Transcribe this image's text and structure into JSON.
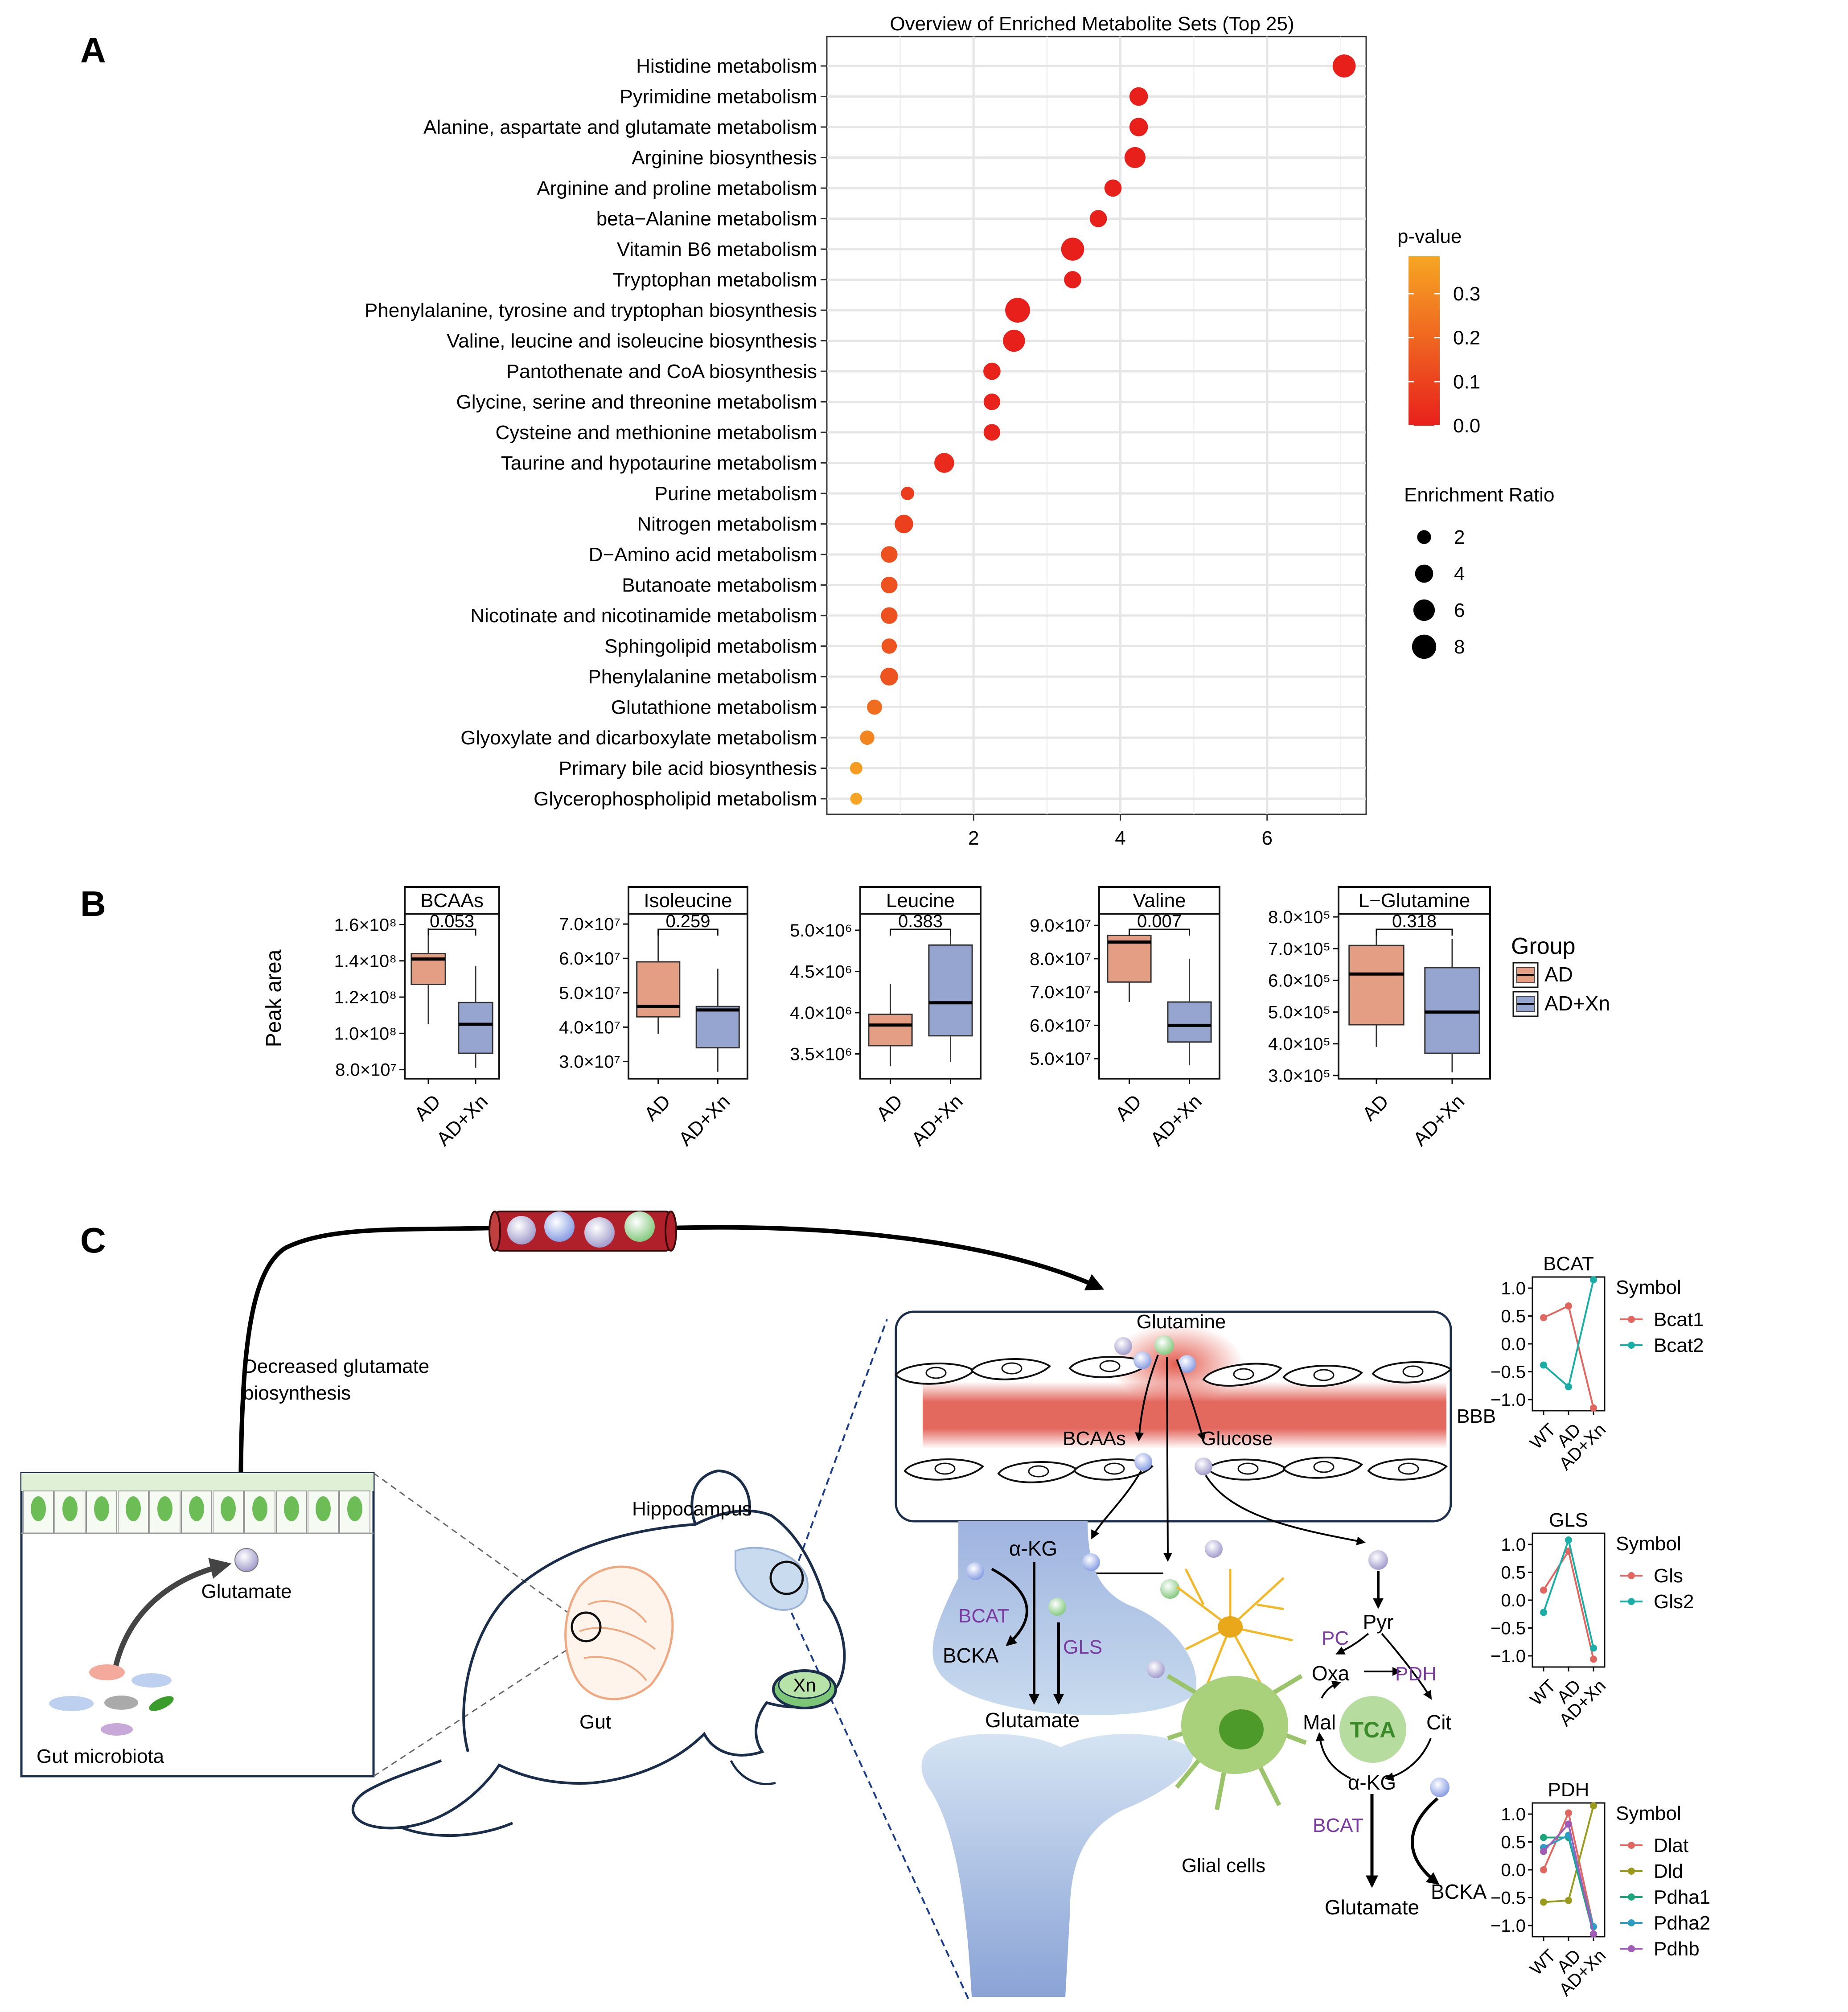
{
  "panel_labels": {
    "a": "A",
    "b": "B",
    "c": "C"
  },
  "colors": {
    "ad_box": "#e39e83",
    "xn_box": "#95a5cf",
    "p_low": "#e8201c",
    "p_high": "#f6a623",
    "bcat1": "#e0665f",
    "bcat2": "#1aaea6",
    "dlat": "#e0665f",
    "dld": "#9a9a1c",
    "pdha1": "#1aa67a",
    "pdha2": "#2b9cc4",
    "pdhb": "#a05bb6"
  },
  "chart_data": [
    {
      "type": "scatter",
      "title": "Overview of Enriched Metabolite Sets (Top 25)",
      "x_ticks": [
        "2",
        "4",
        "6"
      ],
      "xlim": [
        0,
        7.35
      ],
      "categories": [
        "Histidine metabolism",
        "Pyrimidine metabolism",
        "Alanine, aspartate and glutamate metabolism",
        "Arginine biosynthesis",
        "Arginine and proline metabolism",
        "beta−Alanine metabolism",
        "Vitamin B6 metabolism",
        "Tryptophan metabolism",
        "Phenylalanine, tyrosine and tryptophan biosynthesis",
        "Valine, leucine and isoleucine biosynthesis",
        "Pantothenate and CoA biosynthesis",
        "Glycine, serine and threonine metabolism",
        "Cysteine and methionine metabolism",
        "Taurine and hypotaurine metabolism",
        "Purine metabolism",
        "Nitrogen metabolism",
        "D−Amino acid metabolism",
        "Butanoate metabolism",
        "Nicotinate and nicotinamide metabolism",
        "Sphingolipid metabolism",
        "Phenylalanine metabolism",
        "Glutathione metabolism",
        "Glyoxylate and dicarboxylate metabolism",
        "Primary bile acid biosynthesis",
        "Glycerophospholipid metabolism"
      ],
      "values": [
        7.05,
        4.25,
        4.25,
        4.2,
        3.9,
        3.7,
        3.35,
        3.35,
        2.6,
        2.55,
        2.25,
        2.25,
        2.25,
        1.6,
        1.1,
        1.05,
        0.85,
        0.85,
        0.85,
        0.85,
        0.85,
        0.65,
        0.55,
        0.4,
        0.4
      ],
      "enrichment_ratio": [
        7.1,
        4.2,
        4.2,
        5.7,
        3.5,
        3.5,
        7.1,
        3.5,
        8.5,
        6.4,
        3.5,
        3.2,
        3.2,
        5.0,
        1.8,
        4.2,
        3.2,
        3.2,
        3.2,
        2.6,
        3.8,
        2.5,
        2.2,
        1.5,
        1.3
      ],
      "p_value": [
        0.0,
        0.0,
        0.0,
        0.0,
        0.0,
        0.0,
        0.0,
        0.0,
        0.0,
        0.0,
        0.01,
        0.01,
        0.01,
        0.03,
        0.08,
        0.09,
        0.14,
        0.14,
        0.14,
        0.15,
        0.15,
        0.22,
        0.29,
        0.36,
        0.38
      ],
      "legend_p": {
        "title": "p-value",
        "ticks": [
          "0.3",
          "0.2",
          "0.1",
          "0.0"
        ],
        "tick_values": [
          0.3,
          0.2,
          0.1,
          0.0
        ],
        "max": 0.385
      },
      "legend_size": {
        "title": "Enrichment Ratio",
        "labels": [
          "2",
          "4",
          "6",
          "8"
        ],
        "values": [
          2,
          4,
          6,
          8
        ]
      },
      "legend_position": "right"
    },
    {
      "type": "box",
      "ylabel": "Peak area",
      "groups_title": "Group",
      "groups": [
        "AD",
        "AD+Xn"
      ],
      "panels": [
        {
          "title": "BCAAs",
          "p": "0.053",
          "ylim": [
            75000000.0,
            166000000.0
          ],
          "ticks": [
            "1.6×10⁸",
            "1.4×10⁸",
            "1.2×10⁸",
            "1.0×10⁸",
            "8.0×10⁷"
          ],
          "tick_values": [
            160000000.0,
            140000000.0,
            120000000.0,
            100000000.0,
            80000000.0
          ],
          "boxes": [
            {
              "min": 105000000.0,
              "q1": 127000000.0,
              "median": 141000000.0,
              "q3": 144000000.0,
              "max": 158000000.0
            },
            {
              "min": 81000000.0,
              "q1": 89000000.0,
              "median": 105000000.0,
              "q3": 117000000.0,
              "max": 137000000.0
            }
          ]
        },
        {
          "title": "Isoleucine",
          "p": "0.259",
          "ylim": [
            25000000.0,
            73000000.0
          ],
          "ticks": [
            "7.0×10⁷",
            "6.0×10⁷",
            "5.0×10⁷",
            "4.0×10⁷",
            "3.0×10⁷"
          ],
          "tick_values": [
            70000000.0,
            60000000.0,
            50000000.0,
            40000000.0,
            30000000.0
          ],
          "boxes": [
            {
              "min": 38000000.0,
              "q1": 43000000.0,
              "median": 46000000.0,
              "q3": 59000000.0,
              "max": 68000000.0
            },
            {
              "min": 27000000.0,
              "q1": 34000000.0,
              "median": 45000000.0,
              "q3": 46000000.0,
              "max": 57000000.0
            }
          ]
        },
        {
          "title": "Leucine",
          "p": "0.383",
          "ylim": [
            3200000.0,
            5200000.0
          ],
          "ticks": [
            "5.0×10⁶",
            "4.5×10⁶",
            "4.0×10⁶",
            "3.5×10⁶"
          ],
          "tick_values": [
            5000000.0,
            4500000.0,
            4000000.0,
            3500000.0
          ],
          "boxes": [
            {
              "min": 3350000.0,
              "q1": 3600000.0,
              "median": 3850000.0,
              "q3": 3980000.0,
              "max": 4350000.0
            },
            {
              "min": 3400000.0,
              "q1": 3720000.0,
              "median": 4120000.0,
              "q3": 4820000.0,
              "max": 5000000.0
            }
          ]
        },
        {
          "title": "Valine",
          "p": "0.007",
          "ylim": [
            44000000.0,
            93500000.0
          ],
          "ticks": [
            "9.0×10⁷",
            "8.0×10⁷",
            "7.0×10⁷",
            "6.0×10⁷",
            "5.0×10⁷"
          ],
          "tick_values": [
            90000000.0,
            80000000.0,
            70000000.0,
            60000000.0,
            50000000.0
          ],
          "boxes": [
            {
              "min": 67000000.0,
              "q1": 73000000.0,
              "median": 85000000.0,
              "q3": 87000000.0,
              "max": 89000000.0
            },
            {
              "min": 48000000.0,
              "q1": 55000000.0,
              "median": 60000000.0,
              "q3": 67000000.0,
              "max": 80000000.0
            }
          ]
        },
        {
          "title": "L−Glutamine",
          "p": "0.318",
          "ylim": [
            290000.0,
            810000.0
          ],
          "ticks": [
            "8.0×10⁵",
            "7.0×10⁵",
            "6.0×10⁵",
            "5.0×10⁵",
            "4.0×10⁵",
            "3.0×10⁵"
          ],
          "tick_values": [
            800000.0,
            700000.0,
            600000.0,
            500000.0,
            400000.0,
            300000.0
          ],
          "boxes": [
            {
              "min": 390000.0,
              "q1": 460000.0,
              "median": 620000.0,
              "q3": 710000.0,
              "max": 760000.0
            },
            {
              "min": 310000.0,
              "q1": 370000.0,
              "median": 500000.0,
              "q3": 640000.0,
              "max": 730000.0
            }
          ]
        }
      ]
    },
    {
      "type": "line",
      "title": "BCAT",
      "categories": [
        "WT",
        "AD",
        "AD+Xn"
      ],
      "ylim": [
        -1.2,
        1.2
      ],
      "ticks": [
        "1.0",
        "0.5",
        "0.0",
        "−0.5",
        "−1.0"
      ],
      "tick_values": [
        1.0,
        0.5,
        0.0,
        -0.5,
        -1.0
      ],
      "legend_title": "Symbol",
      "series": [
        {
          "name": "Bcat1",
          "values": [
            0.47,
            0.68,
            -1.15
          ]
        },
        {
          "name": "Bcat2",
          "values": [
            -0.38,
            -0.77,
            1.15
          ]
        }
      ]
    },
    {
      "type": "line",
      "title": "GLS",
      "categories": [
        "WT",
        "AD",
        "AD+Xn"
      ],
      "ylim": [
        -1.2,
        1.2
      ],
      "ticks": [
        "1.0",
        "0.5",
        "0.0",
        "−0.5",
        "−1.0"
      ],
      "tick_values": [
        1.0,
        0.5,
        0.0,
        -0.5,
        -1.0
      ],
      "legend_title": "Symbol",
      "series": [
        {
          "name": "Gls",
          "values": [
            0.18,
            0.88,
            -1.06
          ]
        },
        {
          "name": "Gls2",
          "values": [
            -0.22,
            1.08,
            -0.86
          ]
        }
      ]
    },
    {
      "type": "line",
      "title": "PDH",
      "categories": [
        "WT",
        "AD",
        "AD+Xn"
      ],
      "ylim": [
        -1.2,
        1.2
      ],
      "ticks": [
        "1.0",
        "0.5",
        "0.0",
        "−0.5",
        "−1.0"
      ],
      "tick_values": [
        1.0,
        0.5,
        0.0,
        -0.5,
        -1.0
      ],
      "legend_title": "Symbol",
      "series": [
        {
          "name": "Dlat",
          "values": [
            0.0,
            1.02,
            -1.02
          ]
        },
        {
          "name": "Dld",
          "values": [
            -0.58,
            -0.55,
            1.15
          ]
        },
        {
          "name": "Pdha1",
          "values": [
            0.58,
            0.58,
            -1.15
          ]
        },
        {
          "name": "Pdha2",
          "values": [
            0.4,
            0.62,
            -1.02
          ]
        },
        {
          "name": "Pdhb",
          "values": [
            0.33,
            0.82,
            -1.15
          ]
        }
      ]
    }
  ],
  "diagram": {
    "decreased": [
      "Decreased glutamate",
      "biosynthesis"
    ],
    "glutamate_gut": "Glutamate",
    "gut_microbiota": "Gut microbiota",
    "hippocampus": "Hippocampus",
    "gut": "Gut",
    "xn": "Xn",
    "glutamine": "Glutamine",
    "bcaas": "BCAAs",
    "glucose": "Glucose",
    "bbb": "BBB",
    "akg": "α-KG",
    "bcat": "BCAT",
    "bcka": "BCKA",
    "gls": "GLS",
    "glutamate_neuron": "Glutamate",
    "glial_cells": "Glial cells",
    "pyr": "Pyr",
    "pc": "PC",
    "oxa": "Oxa",
    "pdh": "PDH",
    "tca": "TCA",
    "mal": "Mal",
    "cit": "Cit",
    "akg2": "α-KG",
    "bcat2": "BCAT",
    "bcka2": "BCKA",
    "glutamate_bottom": "Glutamate"
  }
}
